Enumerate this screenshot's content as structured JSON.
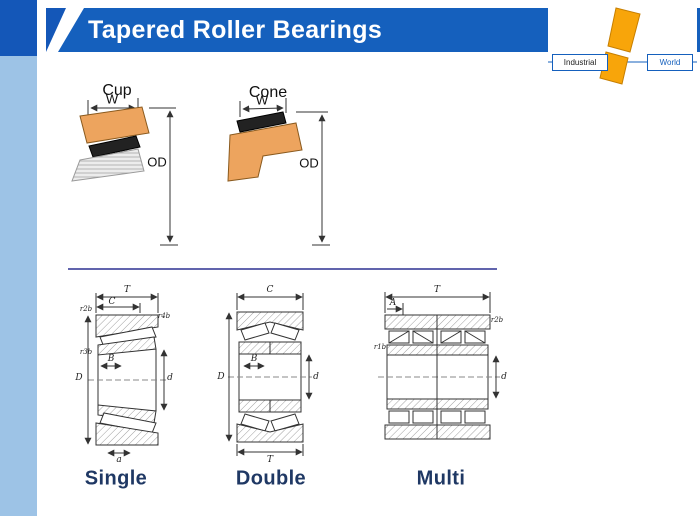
{
  "colors": {
    "header_blue": "#1560BD",
    "sidebar_blue": "#9DC3E6",
    "caption_navy": "#1F3864",
    "bearing_tan": "#EDA45E",
    "logo_orange": "#F8A50A"
  },
  "header": {
    "title": "Tapered Roller Bearings"
  },
  "logo": {
    "industrial": "Industrial",
    "world": "World"
  },
  "cup": {
    "title": "Cup",
    "w": "W",
    "od": "OD"
  },
  "cone": {
    "title": "Cone",
    "w": "W",
    "od": "OD"
  },
  "single": {
    "caption": "Single",
    "T": "T",
    "C": "C",
    "B": "B",
    "D": "D",
    "d": "d",
    "a": "a",
    "r_top_left": "r2b",
    "r_top_right": "r4b",
    "r_mid_left": "r3b"
  },
  "double": {
    "caption": "Double",
    "C": "C",
    "B": "B",
    "D": "D",
    "d": "d",
    "T": "T"
  },
  "multi": {
    "caption": "Multi",
    "T": "T",
    "A": "A",
    "r_right": "r2b",
    "r_left": "r1b",
    "d": "d"
  }
}
